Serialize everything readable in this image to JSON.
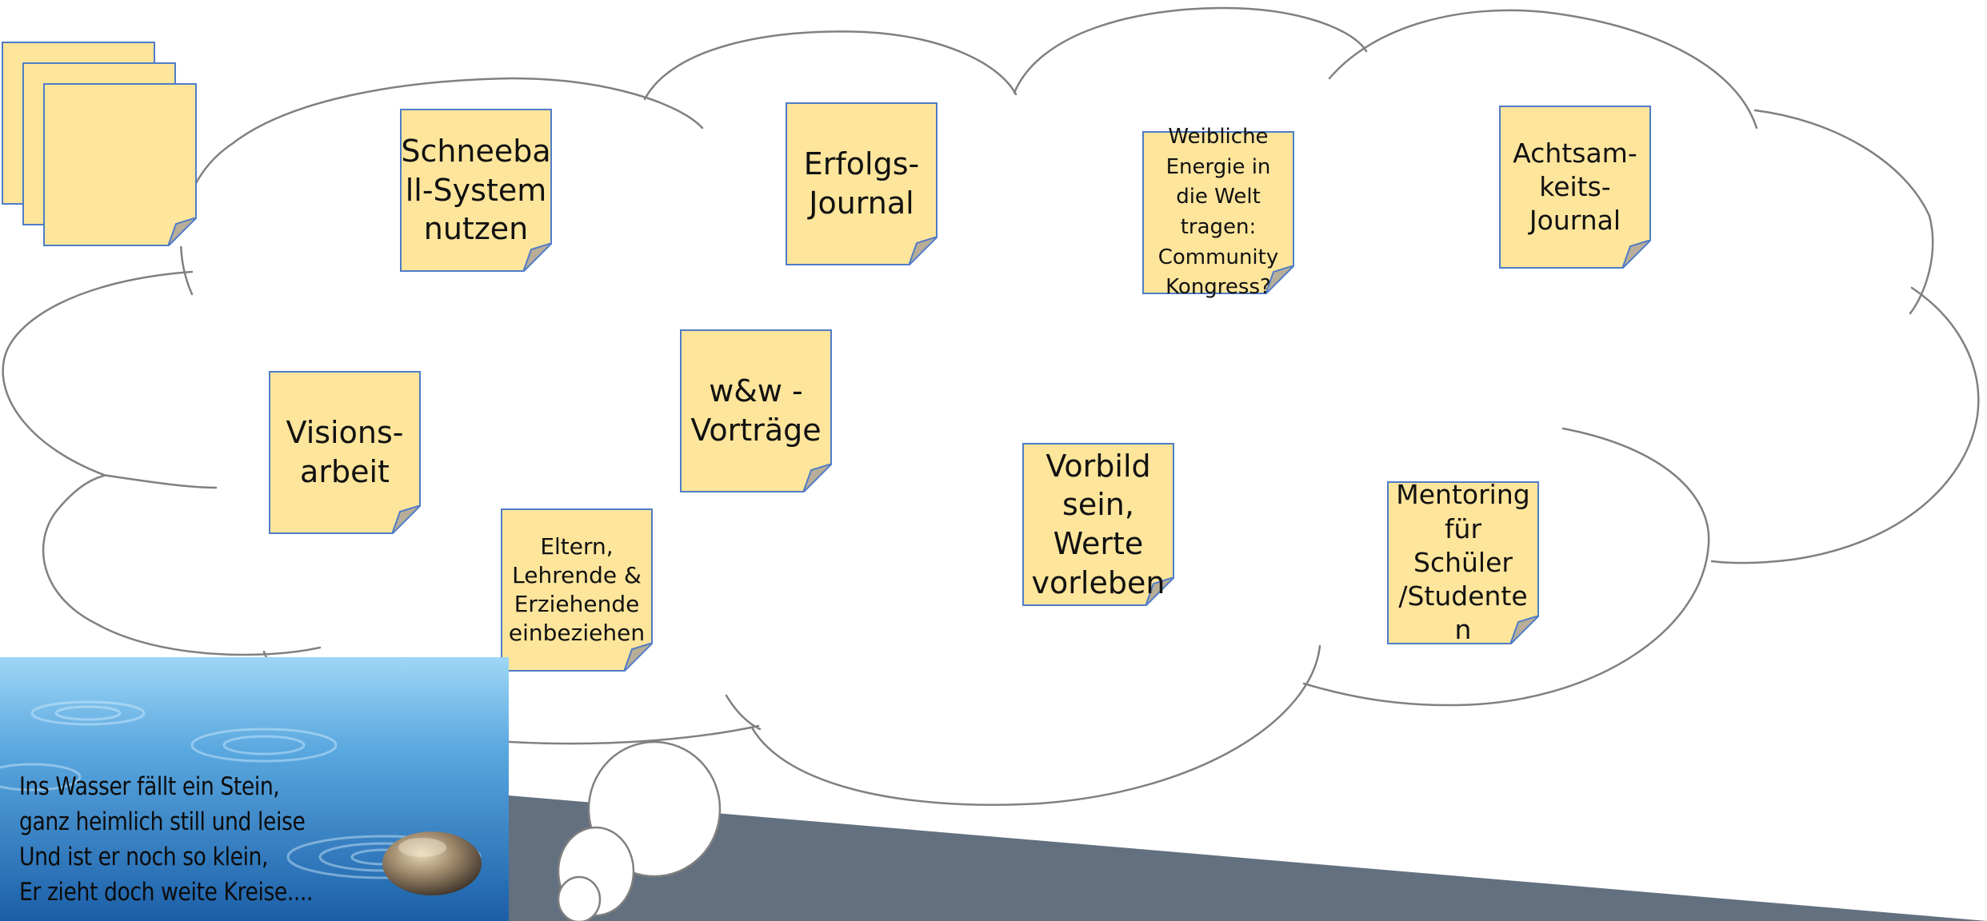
{
  "colors": {
    "note_fill": "#fde59b",
    "note_border": "#4f7cc8",
    "curl_fill": "#b8ad98",
    "cloud_stroke": "#808080",
    "floor": "#63707f",
    "water_light": "#8ccaf0",
    "water_dark": "#1b5fa8"
  },
  "notes": [
    {
      "id": "schneeball",
      "text": "Schneeba\nll-System\nnutzen"
    },
    {
      "id": "erfolgs",
      "text": "Erfolgs-\nJournal"
    },
    {
      "id": "weibliche",
      "text": "Weibliche\nEnergie in\ndie Welt\ntragen:\nCommunity\nKongress?"
    },
    {
      "id": "achtsam",
      "text": "Achtsam-\nkeits-\nJournal"
    },
    {
      "id": "visions",
      "text": "Visions-\narbeit"
    },
    {
      "id": "vortraege",
      "text": "w&w -\nVorträge"
    },
    {
      "id": "eltern",
      "text": "Eltern,\nLehrende &\nErziehende\neinbeziehen"
    },
    {
      "id": "vorbild",
      "text": "Vorbild\nsein,\nWerte\nvorleben"
    },
    {
      "id": "mentoring",
      "text": "Mentoring\nfür Schüler\n/Studente\nn"
    }
  ],
  "poem": {
    "lines": [
      "Ins Wasser fällt ein Stein,",
      "ganz heimlich still und leise",
      "Und ist er noch so klein,",
      "Er zieht doch weite Kreise...."
    ]
  },
  "icons": {
    "stack": "sticky-note-stack-icon",
    "stone": "stone-icon",
    "curl": "page-curl-icon"
  }
}
